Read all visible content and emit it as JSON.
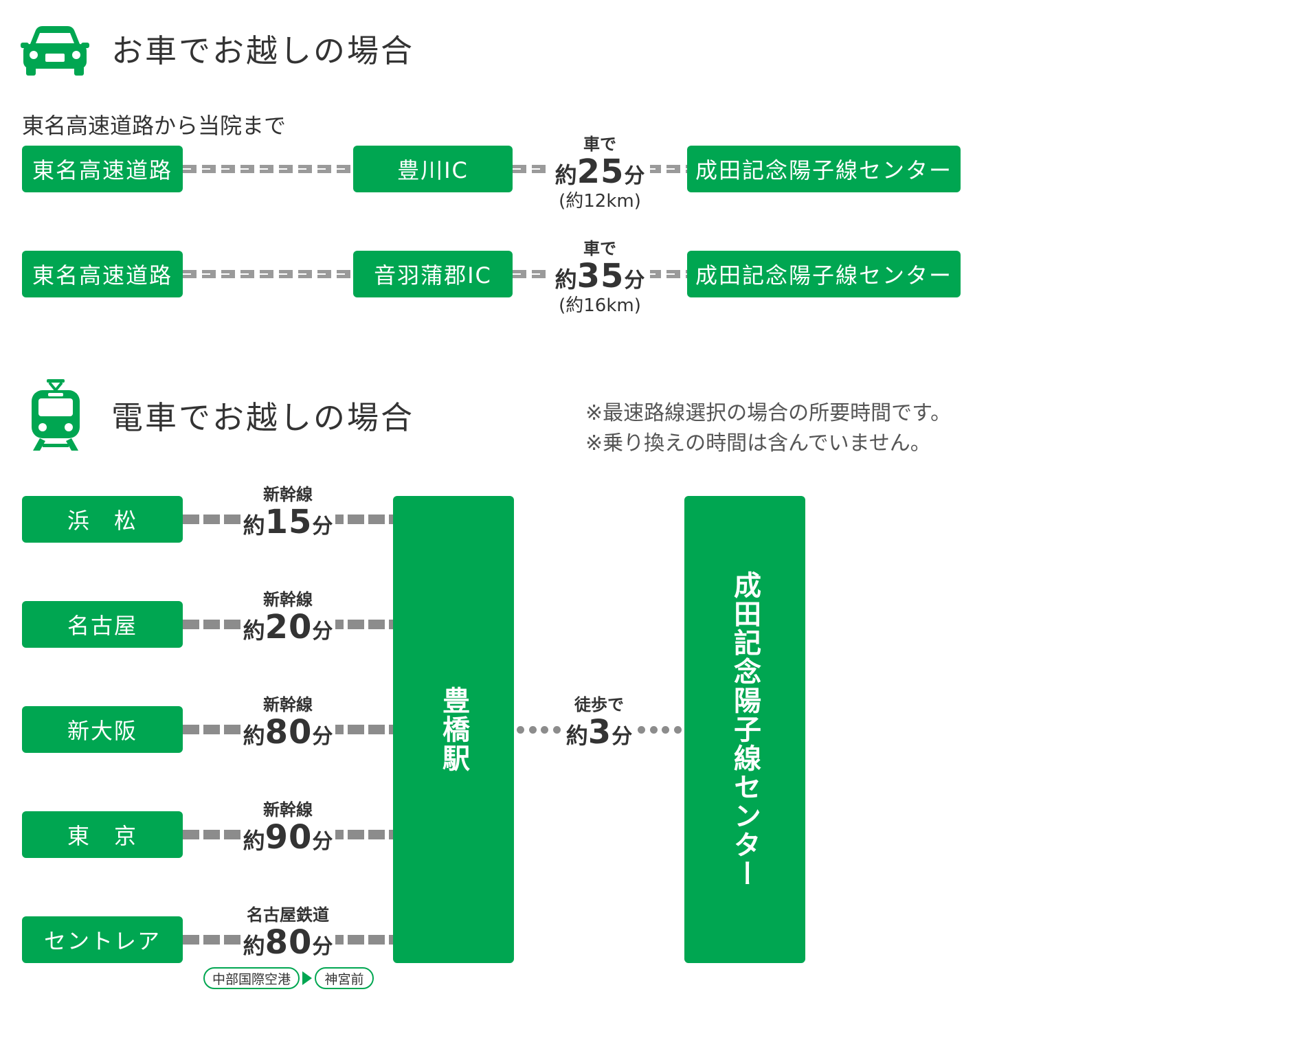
{
  "colors": {
    "accent": "#00a651",
    "text": "#333333",
    "line": "#9a9a9a"
  },
  "car_section": {
    "icon": "car-icon",
    "title": "お車でお越しの場合",
    "subtitle": "東名高速道路から当院まで",
    "routes": [
      {
        "start": "東名高速道路",
        "exit": "豊川IC",
        "mode": "車で",
        "about": "約",
        "time": "25",
        "unit": "分",
        "distance": "(約12km)",
        "destination": "成田記念陽子線センター"
      },
      {
        "start": "東名高速道路",
        "exit": "音羽蒲郡IC",
        "mode": "車で",
        "about": "約",
        "time": "35",
        "unit": "分",
        "distance": "(約16km)",
        "destination": "成田記念陽子線センター"
      }
    ]
  },
  "train_section": {
    "icon": "train-icon",
    "title": "電車でお越しの場合",
    "notes": [
      "※最速路線選択の場合の所要時間です。",
      "※乗り換えの時間は含んでいません。"
    ],
    "origins": [
      {
        "name": "浜　松",
        "line": "新幹線",
        "about": "約",
        "time": "15",
        "unit": "分"
      },
      {
        "name": "名古屋",
        "line": "新幹線",
        "about": "約",
        "time": "20",
        "unit": "分"
      },
      {
        "name": "新大阪",
        "line": "新幹線",
        "about": "約",
        "time": "80",
        "unit": "分"
      },
      {
        "name": "東　京",
        "line": "新幹線",
        "about": "約",
        "time": "90",
        "unit": "分"
      },
      {
        "name": "セントレア",
        "line": "名古屋鉄道",
        "about": "約",
        "time": "80",
        "unit": "分"
      }
    ],
    "transfer_from": "中部国際空港",
    "transfer_to": "神宮前",
    "hub": "豊橋駅",
    "walk": {
      "mode": "徒歩で",
      "about": "約",
      "time": "3",
      "unit": "分"
    },
    "destination": "成田記念陽子線センター"
  }
}
